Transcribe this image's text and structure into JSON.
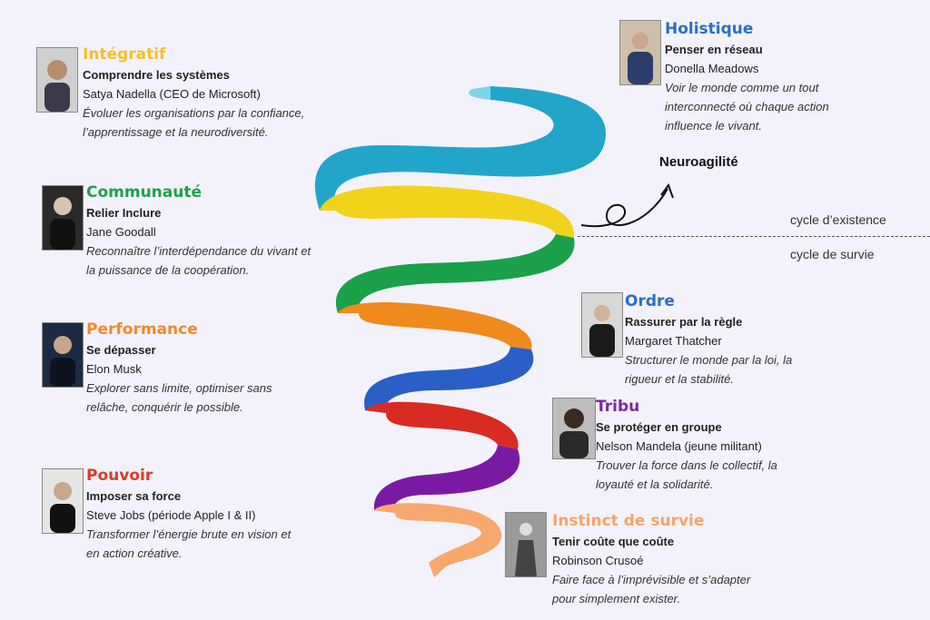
{
  "side_labels": {
    "neuro": "Neuroagilité",
    "existence": "cycle d’existence",
    "survie": "cycle de survie"
  },
  "levels": [
    {
      "key": "integratif",
      "title": "Intégratif",
      "color": "#f2c12e",
      "subtitle": "Comprendre les systèmes",
      "person": "Satya Nadella (CEO de Microsoft)",
      "desc1": "Évoluer les organisations par la confiance,",
      "desc2": "l’apprentissage et la neurodiversité.",
      "desc3": ""
    },
    {
      "key": "communaute",
      "title": "Communauté",
      "color": "#1fa04a",
      "subtitle": "Relier Inclure",
      "person": "Jane Goodall",
      "desc1": "Reconnaître l’interdépendance du vivant et",
      "desc2": "la puissance de la coopération.",
      "desc3": ""
    },
    {
      "key": "performance",
      "title": "Performance",
      "color": "#f08a2c",
      "subtitle": "Se dépasser",
      "person": "Elon Musk",
      "desc1": "Explorer sans limite, optimiser sans",
      "desc2": "relâche, conquérir le possible.",
      "desc3": ""
    },
    {
      "key": "pouvoir",
      "title": "Pouvoir",
      "color": "#d93a2b",
      "subtitle": "Imposer sa force",
      "person": "Steve Jobs (période Apple I & II)",
      "desc1": "Transformer l’énergie brute en vision et",
      "desc2": "en action créative.",
      "desc3": ""
    },
    {
      "key": "holistique",
      "title": "Holistique",
      "color": "#2a6fc4",
      "subtitle": "Penser en réseau",
      "person": "Donella Meadows",
      "desc1": "Voir le monde comme un tout",
      "desc2": "interconnecté où chaque action",
      "desc3": "influence le vivant."
    },
    {
      "key": "ordre",
      "title": "Ordre",
      "color": "#2a6fc4",
      "subtitle": "Rassurer par la règle",
      "person": "Margaret Thatcher",
      "desc1": "Structurer le monde par la loi, la",
      "desc2": "rigueur et la stabilité.",
      "desc3": ""
    },
    {
      "key": "tribu",
      "title": "Tribu",
      "color": "#7a2a9a",
      "subtitle": "Se protéger en groupe",
      "person": "Nelson Mandela (jeune militant)",
      "desc1": "Trouver la force dans le collectif, la",
      "desc2": "loyauté et la solidarité.",
      "desc3": ""
    },
    {
      "key": "instinct",
      "title": "Instinct de survie",
      "color": "#f4a56a",
      "subtitle": "Tenir coûte que coûte",
      "person": "Robinson Crusoé",
      "desc1": "Faire face à l’imprévisible et s’adapter",
      "desc2": "pour simplement exister.",
      "desc3": ""
    }
  ]
}
